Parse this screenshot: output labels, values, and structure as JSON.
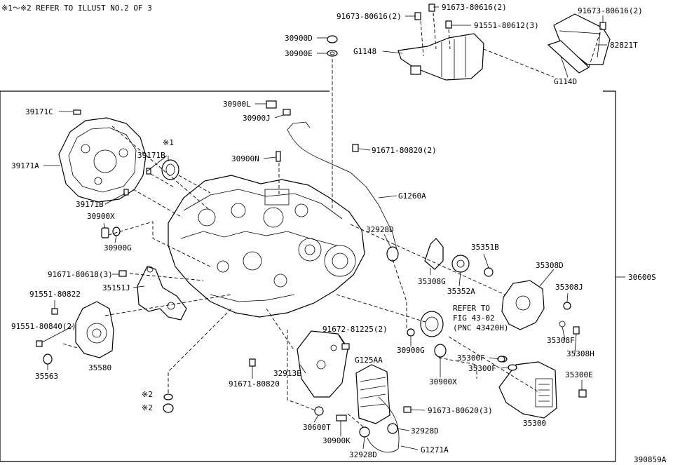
{
  "header_note": "※1〜※2 REFER TO ILLUST NO.2 OF 3",
  "figure_id": "390859A",
  "labels": [
    {
      "id": "l1",
      "text": "91673-80616(2)"
    },
    {
      "id": "l2",
      "text": "91673-80616(2)"
    },
    {
      "id": "l3",
      "text": "91551-80612(3)"
    },
    {
      "id": "l4",
      "text": "91673-80616(2)"
    },
    {
      "id": "l5",
      "text": "82821T"
    },
    {
      "id": "l6",
      "text": "G114D"
    },
    {
      "id": "l7",
      "text": "30900D"
    },
    {
      "id": "l8",
      "text": "30900E"
    },
    {
      "id": "l9",
      "text": "G1148"
    },
    {
      "id": "l10",
      "text": "39171C"
    },
    {
      "id": "l11",
      "text": "30900L"
    },
    {
      "id": "l12",
      "text": "30900J"
    },
    {
      "id": "l13",
      "text": "※1"
    },
    {
      "id": "l14",
      "text": "39171B"
    },
    {
      "id": "l15",
      "text": "39171A"
    },
    {
      "id": "l16",
      "text": "30900N"
    },
    {
      "id": "l17",
      "text": "91671-80820(2)"
    },
    {
      "id": "l18",
      "text": "G1260A"
    },
    {
      "id": "l19",
      "text": "39171B"
    },
    {
      "id": "l20",
      "text": "30900X"
    },
    {
      "id": "l21",
      "text": "30900G"
    },
    {
      "id": "l22",
      "text": "32928D"
    },
    {
      "id": "l23",
      "text": "35351B"
    },
    {
      "id": "l24",
      "text": "35308G"
    },
    {
      "id": "l25",
      "text": "35352A"
    },
    {
      "id": "l26",
      "text": "35308D"
    },
    {
      "id": "l27",
      "text": "91671-80618(3)"
    },
    {
      "id": "l28",
      "text": "35151J"
    },
    {
      "id": "l29",
      "text": "91551-80822"
    },
    {
      "id": "l30",
      "text": "30600S"
    },
    {
      "id": "l31",
      "text": "35308J"
    },
    {
      "id": "l32",
      "text": "REFER TO"
    },
    {
      "id": "l33",
      "text": "FIG 43-02"
    },
    {
      "id": "l34",
      "text": "(PNC 43420H)"
    },
    {
      "id": "l35",
      "text": "91551-80840(2)"
    },
    {
      "id": "l36",
      "text": "91672-81225(2)"
    },
    {
      "id": "l37",
      "text": "35308F"
    },
    {
      "id": "l38",
      "text": "35308H"
    },
    {
      "id": "l39",
      "text": "30900G"
    },
    {
      "id": "l40",
      "text": "35300F"
    },
    {
      "id": "l41",
      "text": "35300F"
    },
    {
      "id": "l42",
      "text": "G125AA"
    },
    {
      "id": "l43",
      "text": "35563"
    },
    {
      "id": "l44",
      "text": "35580"
    },
    {
      "id": "l45",
      "text": "91671-80820"
    },
    {
      "id": "l46",
      "text": "32913E"
    },
    {
      "id": "l47",
      "text": "30900X"
    },
    {
      "id": "l48",
      "text": "35300E"
    },
    {
      "id": "l49",
      "text": "※2"
    },
    {
      "id": "l50",
      "text": "※2"
    },
    {
      "id": "l51",
      "text": "91673-80620(3)"
    },
    {
      "id": "l52",
      "text": "35300"
    },
    {
      "id": "l53",
      "text": "30600T"
    },
    {
      "id": "l54",
      "text": "32928D"
    },
    {
      "id": "l55",
      "text": "30900K"
    },
    {
      "id": "l56",
      "text": "G1271A"
    },
    {
      "id": "l57",
      "text": "32928D"
    }
  ]
}
